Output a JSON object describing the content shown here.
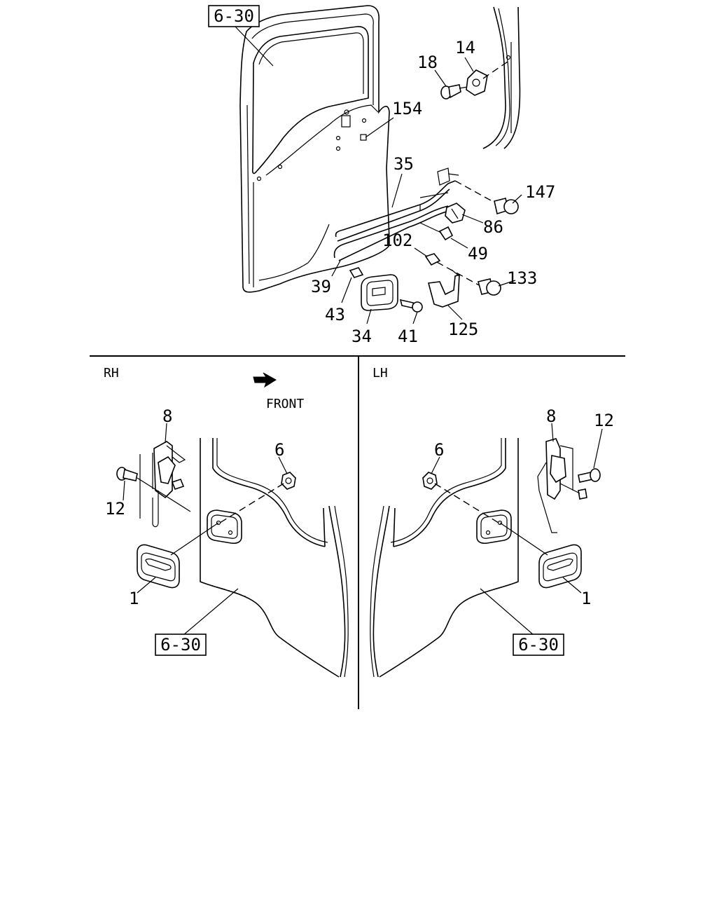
{
  "sections": {
    "rh": "RH",
    "lh": "LH"
  },
  "front": "FRONT",
  "refs": {
    "top": "6-30",
    "rh": "6-30",
    "lh": "6-30"
  },
  "parts": {
    "p18": "18",
    "p14": "14",
    "p154": "154",
    "p35": "35",
    "p147": "147",
    "p86": "86",
    "p102": "102",
    "p49": "49",
    "p133": "133",
    "p39": "39",
    "p43": "43",
    "p34": "34",
    "p41": "41",
    "p125": "125",
    "rh8": "8",
    "rh6": "6",
    "rh12": "12",
    "rh1": "1",
    "lh8": "8",
    "lh12": "12",
    "lh6": "6",
    "lh1": "1"
  }
}
